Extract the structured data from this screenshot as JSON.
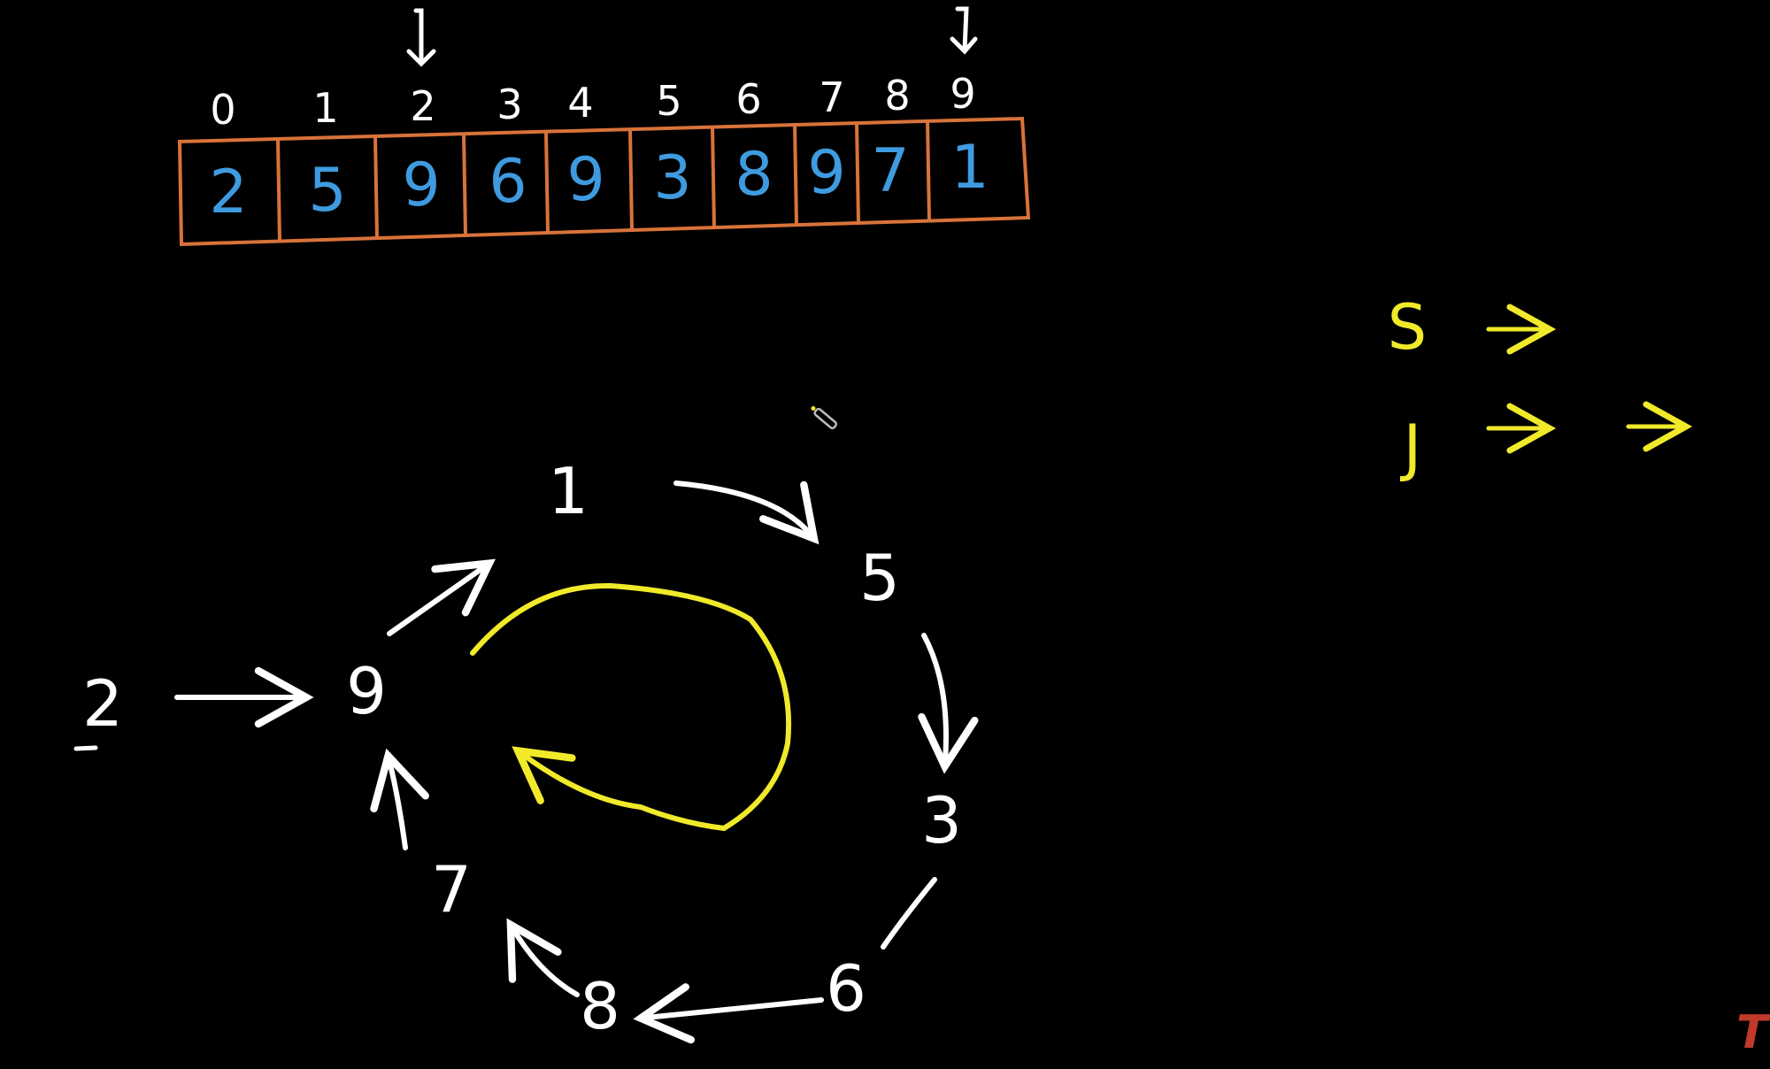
{
  "array": {
    "indices": [
      "0",
      "1",
      "2",
      "3",
      "4",
      "5",
      "6",
      "7",
      "8",
      "9"
    ],
    "values": [
      "2",
      "5",
      "9",
      "6",
      "9",
      "3",
      "8",
      "9",
      "7",
      "1"
    ],
    "border_color": "#d8733a",
    "value_color": "#3f9be0"
  },
  "graph": {
    "nodes": {
      "n2": "2",
      "n9": "9",
      "n1": "1",
      "n5": "5",
      "n3": "3",
      "n6": "6",
      "n8": "8",
      "n7": "7"
    },
    "edges": [
      [
        "2",
        "9"
      ],
      [
        "9",
        "1"
      ],
      [
        "1",
        "5"
      ],
      [
        "5",
        "3"
      ],
      [
        "3",
        "6"
      ],
      [
        "6",
        "8"
      ],
      [
        "8",
        "7"
      ],
      [
        "7",
        "9"
      ]
    ],
    "cycle_marker_color": "#f0ea2a"
  },
  "pointers": {
    "slow": "S",
    "fast": "J",
    "color": "#f0ea2a"
  },
  "watermark": "TU"
}
